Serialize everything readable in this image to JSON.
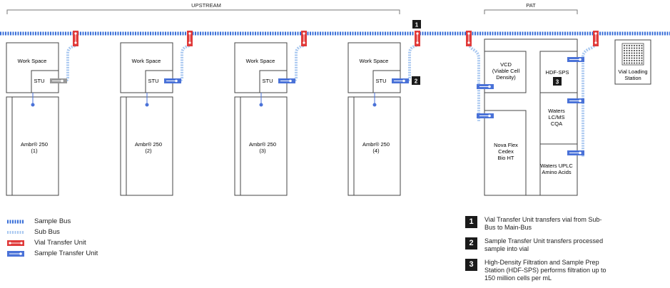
{
  "header": {
    "upstream_label": "UPSTREAM",
    "pat_label": "PAT"
  },
  "stations": [
    {
      "workspace": "Work Space",
      "stu": "STU",
      "reactor_name": "Ambr® 250",
      "reactor_num": "(1)"
    },
    {
      "workspace": "Work Space",
      "stu": "STU",
      "reactor_name": "Ambr® 250",
      "reactor_num": "(2)"
    },
    {
      "workspace": "Work Space",
      "stu": "STU",
      "reactor_name": "Ambr® 250",
      "reactor_num": "(3)"
    },
    {
      "workspace": "Work Space",
      "stu": "STU",
      "reactor_name": "Ambr® 250",
      "reactor_num": "(4)"
    }
  ],
  "pat": {
    "vcd": [
      "VCD",
      "(Viable Cell",
      "Density)"
    ],
    "nova": [
      "Nova Flex",
      "Cedex",
      "Bio HT"
    ],
    "hdf": "HDF-SPS",
    "waters_lcms": [
      "Waters",
      "LC/MS",
      "CQA"
    ],
    "waters_uplc": [
      "Waters UPLC",
      "Amino Acids"
    ],
    "vial_loading": [
      "Vial Loading",
      "Station"
    ]
  },
  "markers": {
    "m1": "1",
    "m2": "2",
    "m3": "3"
  },
  "legend": [
    {
      "label": "Sample Bus",
      "kind": "sample-bus"
    },
    {
      "label": "Sub Bus",
      "kind": "sub-bus"
    },
    {
      "label": "Vial Transfer Unit",
      "kind": "vtu"
    },
    {
      "label": "Sample Transfer Unit",
      "kind": "stu"
    }
  ],
  "notes": [
    {
      "num": "1",
      "text": "Vial Transfer Unit transfers vial from Sub-Bus to Main-Bus"
    },
    {
      "num": "2",
      "text": "Sample Transfer Unit transfers processed sample into vial"
    },
    {
      "num": "3",
      "text": "High-Density Filtration and Sample Prep Station (HDF-SPS) performs filtration up to 150 million cells per mL"
    }
  ],
  "colors": {
    "bus": "#3a6fd8",
    "sub_bus": "#a9c8f0",
    "vtu": "#e03a3a",
    "stu": "#4a72d8",
    "outline": "#444444"
  }
}
